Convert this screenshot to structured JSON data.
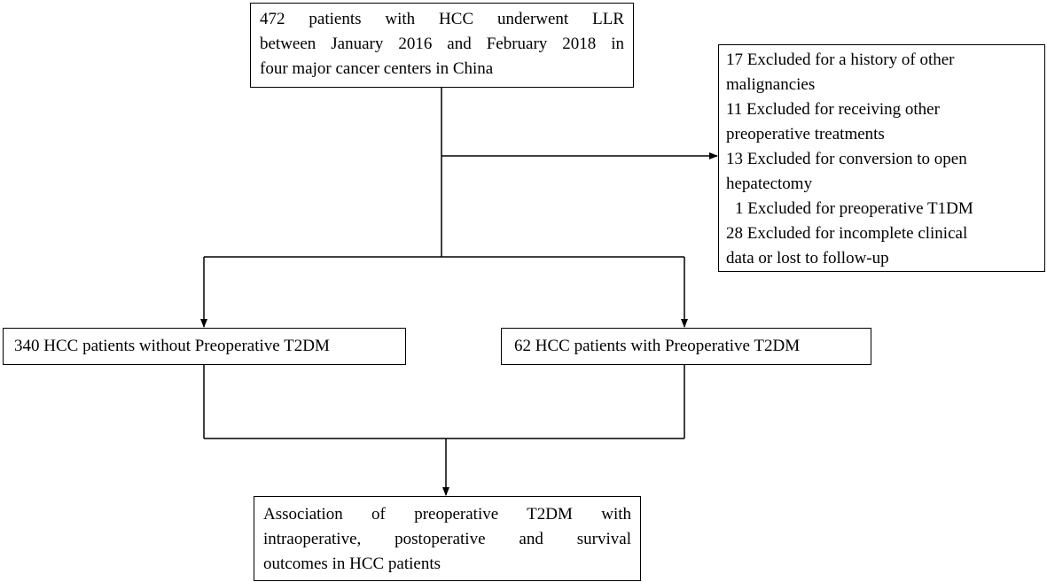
{
  "diagram": {
    "top_box": {
      "lines": [
        "472 patients with HCC underwent LLR",
        "between January 2016 and February 2018 in",
        "four major cancer centers in China"
      ]
    },
    "exclusion_box": {
      "lines": [
        "17 Excluded for a history of other",
        "malignancies",
        "11 Excluded for receiving other",
        "preoperative treatments",
        "13 Excluded for conversion to open",
        "hepatectomy",
        "1 Excluded for preoperative T1DM",
        "28 Excluded for incomplete clinical",
        "data or lost to follow-up"
      ]
    },
    "left_box": {
      "text": "340 HCC patients without Preoperative T2DM"
    },
    "right_box": {
      "text": "62 HCC patients with Preoperative T2DM"
    },
    "bottom_box": {
      "lines": [
        "Association of preoperative T2DM with",
        "intraoperative, postoperative and survival",
        "outcomes in HCC patients"
      ]
    }
  }
}
